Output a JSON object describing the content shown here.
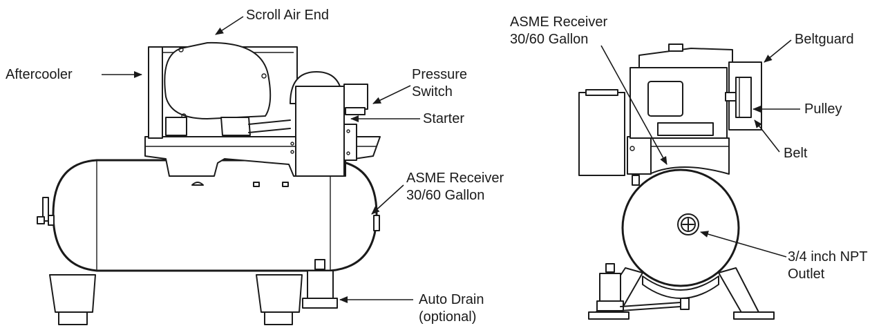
{
  "left_view": {
    "labels": {
      "scroll_air_end": "Scroll Air End",
      "aftercooler": "Aftercooler",
      "pressure_switch_1": "Pressure",
      "pressure_switch_2": "Switch",
      "starter": "Starter",
      "receiver_1": "ASME Receiver",
      "receiver_2": "30/60 Gallon",
      "auto_drain_1": "Auto Drain",
      "auto_drain_2": "(optional)"
    }
  },
  "right_view": {
    "labels": {
      "receiver_1": "ASME Receiver",
      "receiver_2": "30/60 Gallon",
      "beltguard": "Beltguard",
      "pulley": "Pulley",
      "belt": "Belt",
      "outlet_1": "3/4 inch NPT",
      "outlet_2": "Outlet"
    }
  }
}
